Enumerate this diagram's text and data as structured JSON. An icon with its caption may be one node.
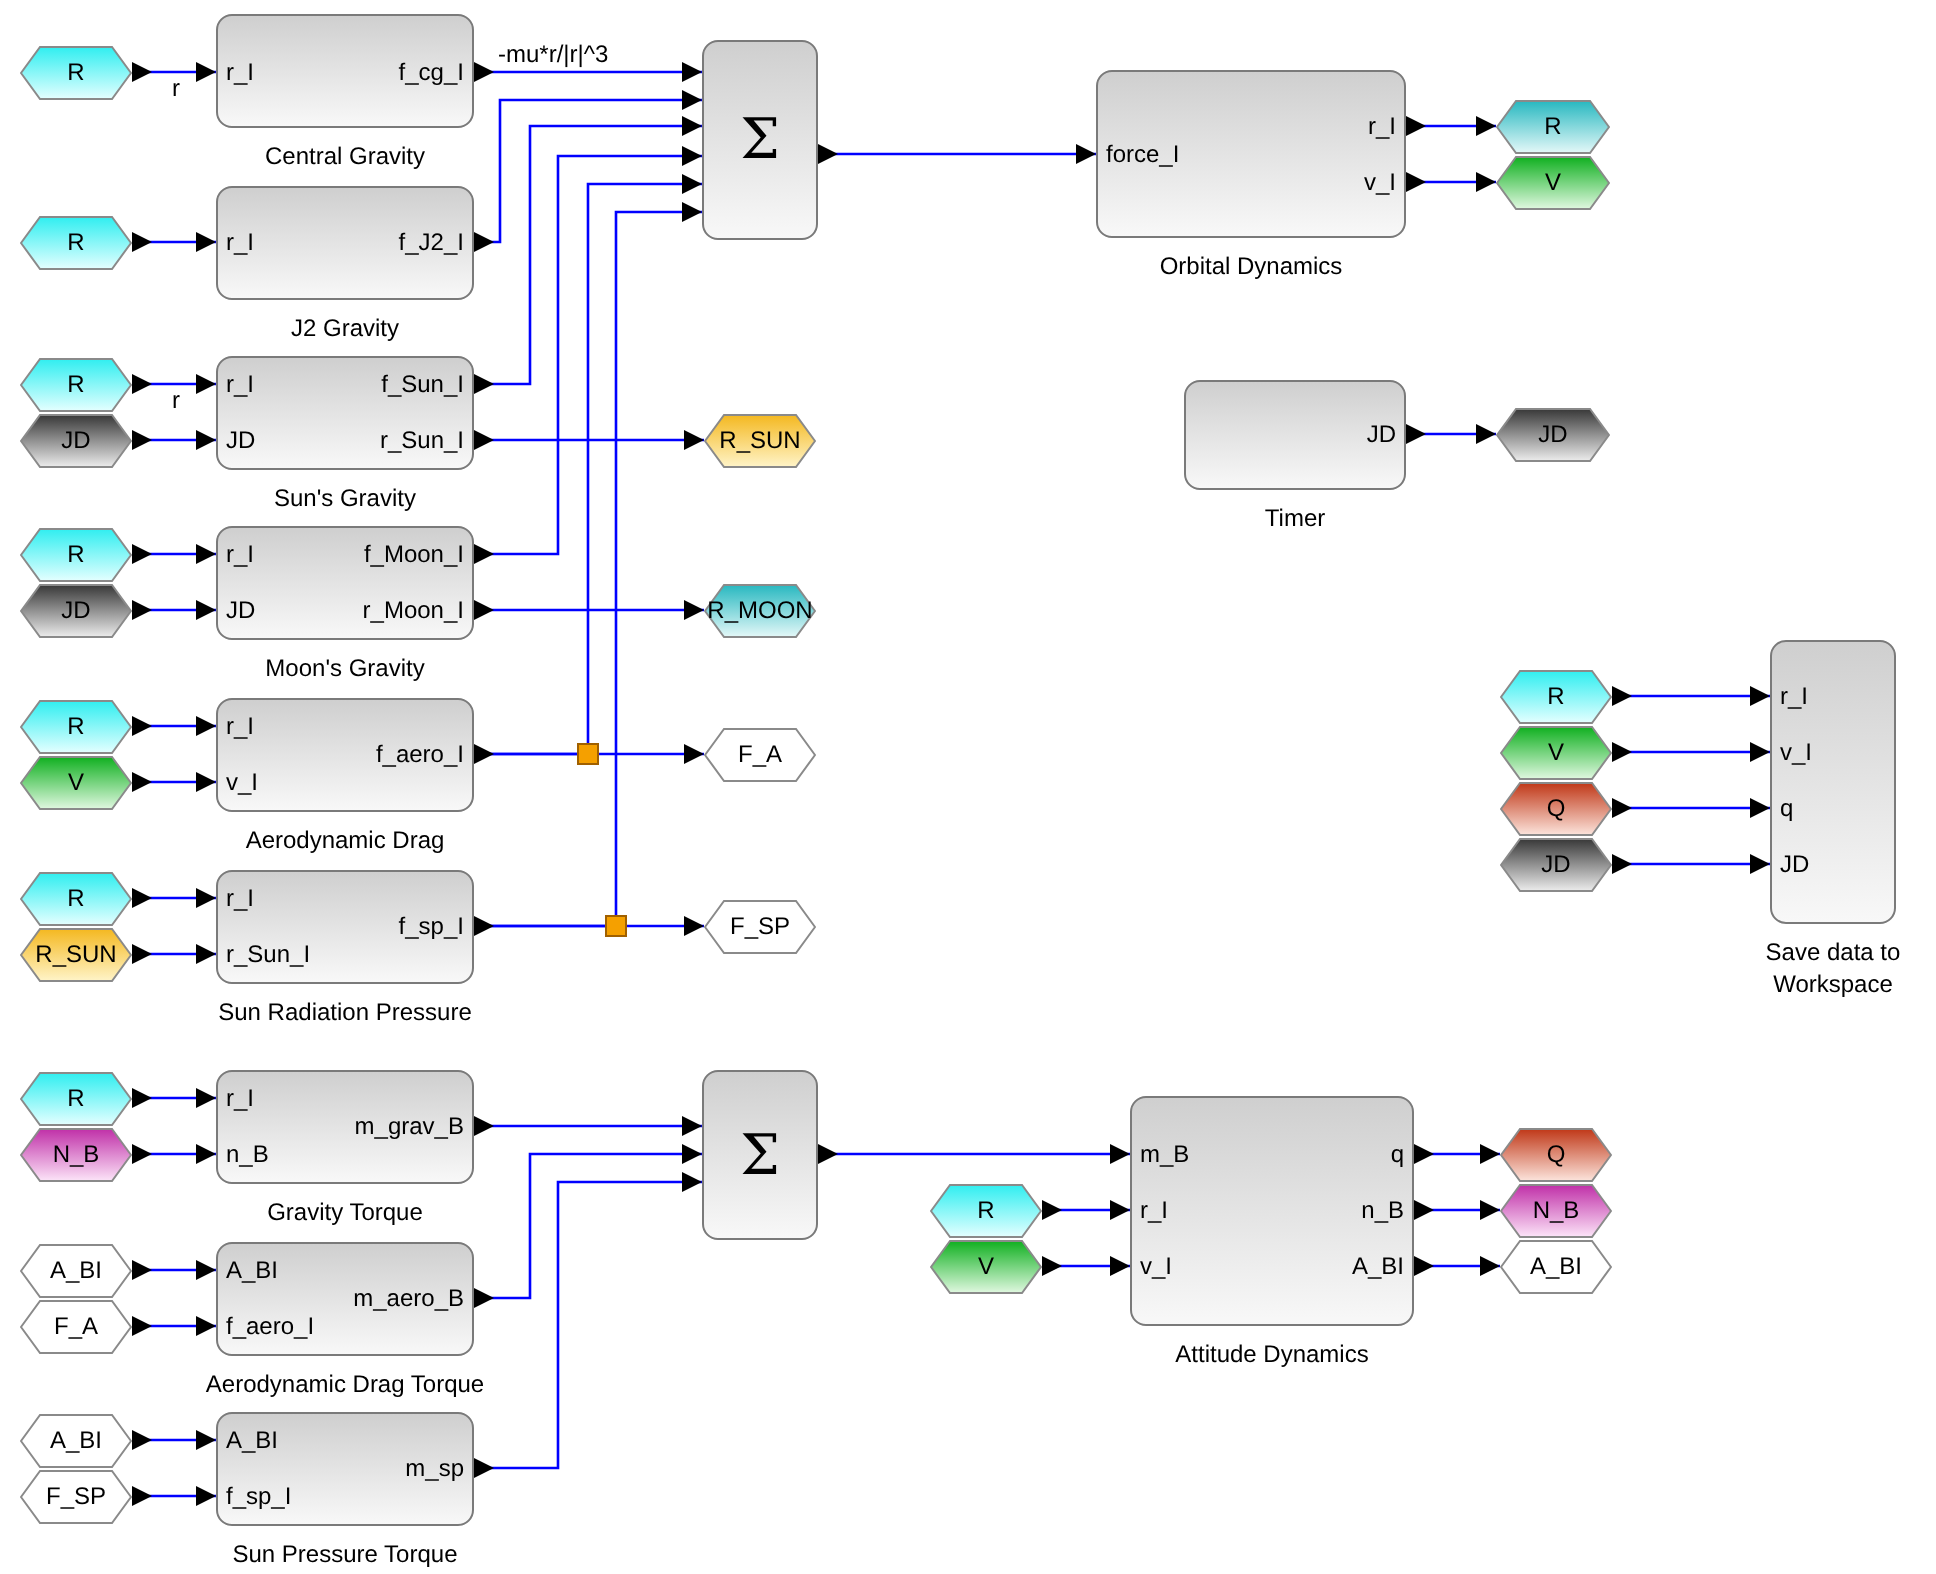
{
  "diagram": {
    "nodes": [
      {
        "text": [
          "R"
        ]
      },
      {
        "text": [
          "r_I",
          "f_cg_I"
        ],
        "beside": [
          "Central Gravity"
        ]
      },
      {
        "text": [
          "Σ"
        ]
      },
      {
        "text": [
          "r_I",
          "force_I",
          "v_I"
        ],
        "beside": [
          "Orbital Dynamics"
        ]
      },
      {
        "text": [
          "R"
        ]
      },
      {
        "text": [
          "V"
        ]
      },
      {
        "text": [
          "R"
        ]
      },
      {
        "text": [
          "r_I",
          "f_J2_I"
        ],
        "beside": [
          "J2 Gravity"
        ]
      },
      {
        "text": [
          "R"
        ]
      },
      {
        "text": [
          "JD"
        ]
      },
      {
        "text": [
          "r_I",
          "f_Sun_I",
          "JD",
          "r_Sun_I"
        ],
        "beside": [
          "Sun's Gravity"
        ]
      },
      {
        "text": [
          "R_SUN"
        ]
      },
      {
        "text": [
          "JD"
        ],
        "beside": [
          "Timer"
        ]
      },
      {
        "text": [
          "JD"
        ]
      },
      {
        "text": [
          "R"
        ]
      },
      {
        "text": [
          "JD"
        ]
      },
      {
        "text": [
          "r_I",
          "f_Moon_I",
          "JD",
          "r_Moon_I"
        ],
        "beside": [
          "Moon's Gravity"
        ]
      },
      {
        "text": [
          "R_MOON"
        ]
      },
      {
        "text": [
          "R"
        ]
      },
      {
        "text": [
          "V"
        ]
      },
      {
        "text": [
          "Q"
        ]
      },
      {
        "text": [
          "JD"
        ]
      },
      {
        "text": [
          "r_I",
          "v_I",
          "q",
          "JD"
        ],
        "beside": [
          "Save data to Workspace"
        ]
      },
      {
        "text": [
          "R"
        ]
      },
      {
        "text": [
          "V"
        ]
      },
      {
        "text": [
          "r_I",
          "f_aero_I",
          "v_I"
        ],
        "beside": [
          "Aerodynamic Drag"
        ]
      },
      {
        "text": [
          "F_A"
        ]
      },
      {
        "text": [
          "R"
        ]
      },
      {
        "text": [
          "R_SUN"
        ]
      },
      {
        "text": [
          "r_I",
          "f_sp_I",
          "r_Sun_I"
        ],
        "beside": [
          "Sun Radiation Pressure"
        ]
      },
      {
        "text": [
          "F_SP"
        ]
      },
      {
        "text": [
          "R"
        ]
      },
      {
        "text": [
          "N_B"
        ]
      },
      {
        "text": [
          "r_I",
          "m_grav_B",
          "n_B"
        ],
        "beside": [
          "Gravity Torque"
        ]
      },
      {
        "text": [
          "Σ"
        ]
      },
      {
        "text": [
          "m_B",
          "q",
          "r_I",
          "n_B",
          "v_I",
          "A_BI"
        ],
        "beside": [
          "Attitude Dynamics"
        ]
      },
      {
        "text": [
          "R"
        ]
      },
      {
        "text": [
          "V"
        ]
      },
      {
        "text": [
          "Q"
        ]
      },
      {
        "text": [
          "N_B"
        ]
      },
      {
        "text": [
          "A_BI"
        ]
      },
      {
        "text": [
          "A_BI"
        ]
      },
      {
        "text": [
          "F_A"
        ]
      },
      {
        "text": [
          "A_BI",
          "m_aero_B",
          "f_aero_I"
        ],
        "beside": [
          "Aerodynamic Drag Torque"
        ]
      },
      {
        "text": [
          "A_BI"
        ]
      },
      {
        "text": [
          "F_SP"
        ]
      },
      {
        "text": [
          "A_BI",
          "m_sp",
          "f_sp_I"
        ],
        "beside": [
          "Sun Pressure Torque"
        ]
      }
    ],
    "edges": [
      {
        "from": 0,
        "to": 1,
        "arrow": "to",
        "label": "r"
      },
      {
        "from": 1,
        "to": 2,
        "arrow": "to",
        "label": "-mu*r/|r|^3"
      },
      {
        "from": 7,
        "to": 2,
        "arrow": "to"
      },
      {
        "from": 10,
        "to": 2,
        "arrow": "to"
      },
      {
        "from": 16,
        "to": 2,
        "arrow": "to"
      },
      {
        "from": 25,
        "to": 2,
        "arrow": "to"
      },
      {
        "from": 29,
        "to": 2,
        "arrow": "to"
      },
      {
        "from": 2,
        "to": 3,
        "arrow": "to"
      },
      {
        "from": 3,
        "to": 4,
        "arrow": "to"
      },
      {
        "from": 3,
        "to": 5,
        "arrow": "to"
      },
      {
        "from": 6,
        "to": 7,
        "arrow": "to"
      },
      {
        "from": 8,
        "to": 10,
        "arrow": "to",
        "label": "r"
      },
      {
        "from": 9,
        "to": 10,
        "arrow": "to"
      },
      {
        "from": 10,
        "to": 11,
        "arrow": "to"
      },
      {
        "from": 12,
        "to": 13,
        "arrow": "to"
      },
      {
        "from": 14,
        "to": 16,
        "arrow": "to"
      },
      {
        "from": 15,
        "to": 16,
        "arrow": "to"
      },
      {
        "from": 16,
        "to": 17,
        "arrow": "to"
      },
      {
        "from": 18,
        "to": 22,
        "arrow": "to"
      },
      {
        "from": 19,
        "to": 22,
        "arrow": "to"
      },
      {
        "from": 20,
        "to": 22,
        "arrow": "to"
      },
      {
        "from": 21,
        "to": 22,
        "arrow": "to"
      },
      {
        "from": 23,
        "to": 25,
        "arrow": "to"
      },
      {
        "from": 24,
        "to": 25,
        "arrow": "to"
      },
      {
        "from": 25,
        "to": 26,
        "arrow": "to"
      },
      {
        "from": 27,
        "to": 29,
        "arrow": "to"
      },
      {
        "from": 28,
        "to": 29,
        "arrow": "to"
      },
      {
        "from": 29,
        "to": 30,
        "arrow": "to"
      },
      {
        "from": 31,
        "to": 33,
        "arrow": "to"
      },
      {
        "from": 32,
        "to": 33,
        "arrow": "to"
      },
      {
        "from": 33,
        "to": 34,
        "arrow": "to"
      },
      {
        "from": 43,
        "to": 34,
        "arrow": "to"
      },
      {
        "from": 46,
        "to": 34,
        "arrow": "to"
      },
      {
        "from": 34,
        "to": 35,
        "arrow": "to"
      },
      {
        "from": 36,
        "to": 35,
        "arrow": "to"
      },
      {
        "from": 37,
        "to": 35,
        "arrow": "to"
      },
      {
        "from": 35,
        "to": 38,
        "arrow": "to"
      },
      {
        "from": 35,
        "to": 39,
        "arrow": "to"
      },
      {
        "from": 35,
        "to": 40,
        "arrow": "to"
      },
      {
        "from": 41,
        "to": 43,
        "arrow": "to"
      },
      {
        "from": 42,
        "to": 43,
        "arrow": "to"
      },
      {
        "from": 44,
        "to": 46,
        "arrow": "to"
      },
      {
        "from": 45,
        "to": 46,
        "arrow": "to"
      }
    ]
  }
}
